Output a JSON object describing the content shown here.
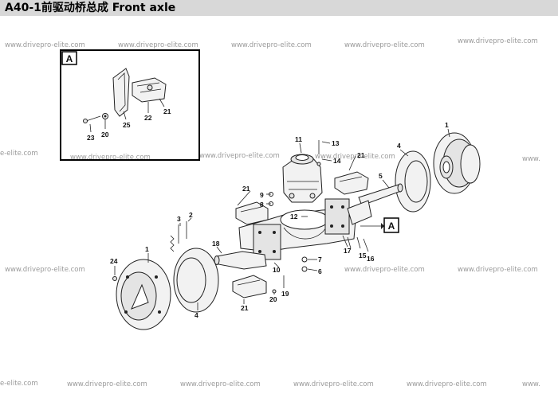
{
  "header": {
    "title": "A40-1前驱动桥总成  Front axle"
  },
  "watermark": "www.drivepro-elite.com",
  "watermark_partial": "e-elite.com",
  "watermark_tail": "www.",
  "detail_box": {
    "label": "A",
    "callouts": [
      "25",
      "22",
      "21",
      "23",
      "20"
    ]
  },
  "callout_marker": {
    "label": "A"
  },
  "parts": [
    "1",
    "2",
    "3",
    "4",
    "5",
    "6",
    "7",
    "8",
    "9",
    "10",
    "11",
    "12",
    "13",
    "14",
    "15",
    "16",
    "17",
    "18",
    "19",
    "20",
    "21",
    "22",
    "23",
    "24",
    "25"
  ],
  "callouts_main": {
    "l1_right": "1",
    "l4_right": "4",
    "l5": "5",
    "l11": "11",
    "l13": "13",
    "l14": "14",
    "l21_top": "21",
    "l21_left": "21",
    "l9": "9",
    "l8": "8",
    "l12": "12",
    "l3": "3",
    "l2": "2",
    "l18": "18",
    "l24": "24",
    "l1_left": "1",
    "l4_left": "4",
    "l10": "10",
    "l7": "7",
    "l6": "6",
    "l17": "17",
    "l15": "15",
    "l16": "16",
    "l21_bottom": "21",
    "l20": "20",
    "l19": "19"
  }
}
